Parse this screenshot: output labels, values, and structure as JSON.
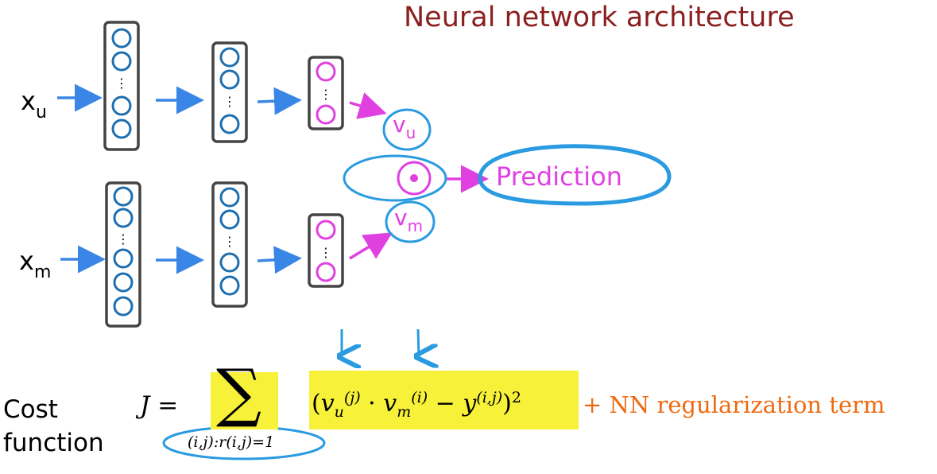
{
  "title": "Neural network architecture",
  "inputs": {
    "user": {
      "base": "x",
      "sub": "u"
    },
    "movie": {
      "base": "x",
      "sub": "m"
    }
  },
  "vectors": {
    "user": {
      "base": "v",
      "sub": "u"
    },
    "movie": {
      "base": "v",
      "sub": "m"
    }
  },
  "prediction_label": "Prediction",
  "cost": {
    "label_line1": "Cost",
    "label_line2": "function",
    "lhs": "J =",
    "sum_symbol": "∑",
    "sum_index": "(i,j):r(i,j)=1",
    "regularization": "+ NN regularization  term"
  },
  "colors": {
    "title": "#8b1f1f",
    "neuron": "#1e6fb0",
    "layer_box": "#444444",
    "blue_arrow": "#3a86e6",
    "magenta": "#e040e0",
    "annotation": "#2a9be0",
    "highlight": "#f7f139",
    "regularization": "#ee6a12"
  },
  "icons": {
    "dot_product": "circled-dot-icon",
    "down_arrow": "down-arrow-icon"
  }
}
